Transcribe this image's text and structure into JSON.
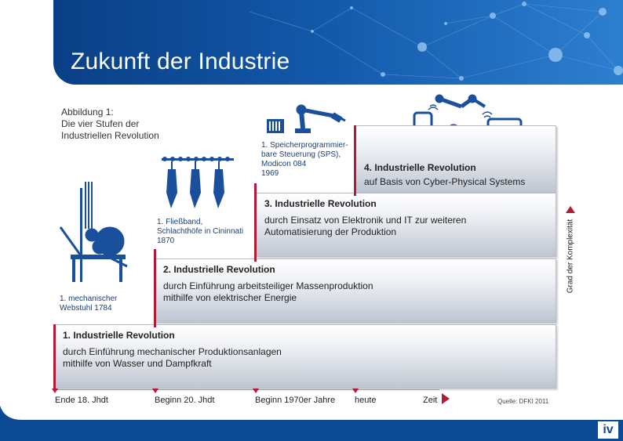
{
  "title": "Zukunft der Industrie",
  "caption": [
    "Abbildung 1:",
    "Die vier Stufen der",
    "Industriellen Revolution"
  ],
  "stages": [
    {
      "title": "1. Industrielle Revolution",
      "desc": [
        "durch Einführung mechanischer Produktionsanlagen",
        "mithilfe von Wasser und Dampfkraft"
      ]
    },
    {
      "title": "2. Industrielle Revolution",
      "desc": [
        "durch Einführung arbeitsteiliger Massenproduktion",
        "mithilfe von elektrischer Energie"
      ]
    },
    {
      "title": "3. Industrielle Revolution",
      "desc": [
        "durch Einsatz von Elektronik und IT zur weiteren",
        "Automatisierung der Produktion"
      ]
    },
    {
      "title": "4. Industrielle Revolution",
      "desc": [
        "auf Basis von Cyber-Physical Systems"
      ]
    }
  ],
  "milestones": [
    {
      "lines": [
        "1. mechanischer",
        "Webstuhl 1784"
      ]
    },
    {
      "lines": [
        "1. Fließband,",
        "Schlachthöfe in Cininnati",
        "1870"
      ]
    },
    {
      "lines": [
        "1. Speicherprogrammier-",
        "bare Steuerung (SPS),",
        "Modicon 084",
        "1969"
      ]
    }
  ],
  "timeline": {
    "labels": [
      "Ende 18. Jhdt",
      "Beginn 20. Jhdt",
      "Beginn 1970er Jahre",
      "heute"
    ],
    "axis_label": "Zeit"
  },
  "complexity_label": "Grad der Komplexität",
  "source": "Quelle: DFKI 2011",
  "logo": "iv",
  "colors": {
    "header_blue": "#1257a8",
    "accent_red": "#b3193a",
    "icon_blue": "#1a4f9c",
    "footer_blue": "#0d4a96"
  },
  "icons": [
    "loom-icon",
    "conveyor-icon",
    "plc-robot-icon",
    "cyber-devices-icon"
  ]
}
